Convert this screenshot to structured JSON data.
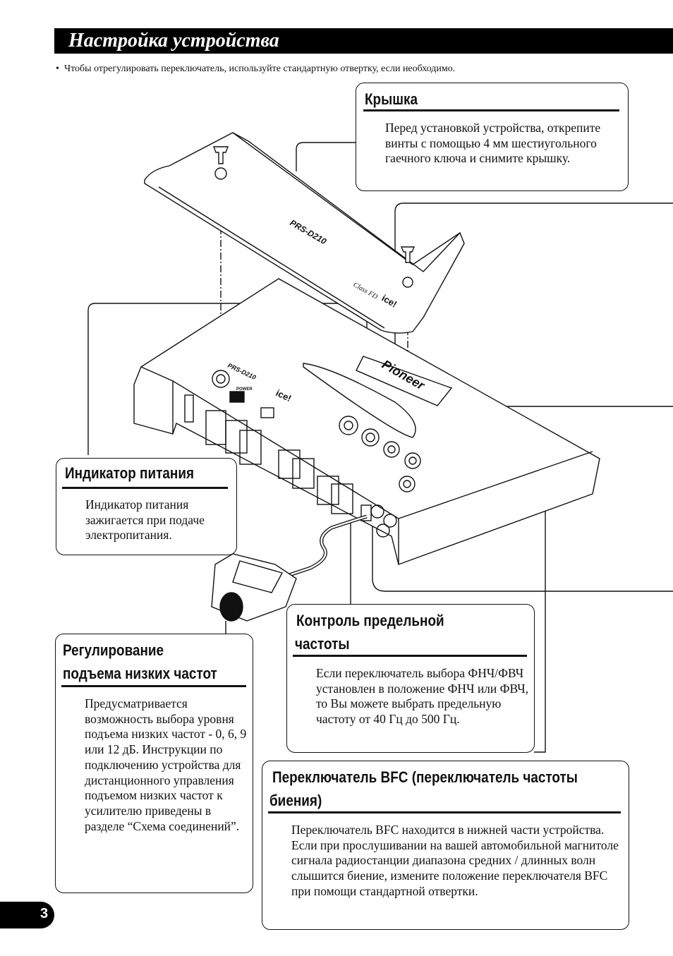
{
  "page": {
    "title": "Настройка устройства",
    "note": "Чтобы отрегулировать переключатель, используйте стандартную отвертку, если необходимо.",
    "bullet": "•",
    "page_number": "3"
  },
  "callouts": {
    "cover": {
      "title": "Крышка",
      "text": "Перед установкой устройства, открепите винты с помощью 4 мм шестиугольного гаечного ключа и снимите крышку."
    },
    "power_indicator": {
      "title": "Индикатор питания",
      "text": "Индикатор питания зажигается при подаче электропитания."
    },
    "cutoff": {
      "title_line1": "Контроль предельной",
      "title_line2": "частоты",
      "text": "Если переключатель выбора ФНЧ/ФВЧ установлен в положение ФНЧ или ФВЧ, то Вы можете выбрать предельную частоту от 40 Гц до 500 Гц."
    },
    "bass_boost": {
      "title_line1": "Регулирование",
      "title_line2": "подъема низких частот",
      "text": "Предусматривается возможность выбора уровня подъема низких частот - 0, 6, 9 или 12 дБ. Инструкции по подключению устройства для дистанционного управления подъемом низких частот к усилителю приведены в разделе “Схема соединений”."
    },
    "bfc": {
      "title_line1": "Переключатель BFC (переключатель частоты",
      "title_line2": "биения)",
      "text": "Переключатель BFC находится в нижней части устройства. Если при прослушивании на вашей автомобильной магнитоле сигнала радиостанции диапазона средних / длинных волн слышится биение, измените положение переключателя  BFC при помощи стандартной отвертки."
    }
  },
  "illustration": {
    "model_label": "PRS-D210",
    "brand_label": "Pioneer",
    "class_label": "Class FD",
    "ice_label": "ice!",
    "power_label": "POWER"
  }
}
